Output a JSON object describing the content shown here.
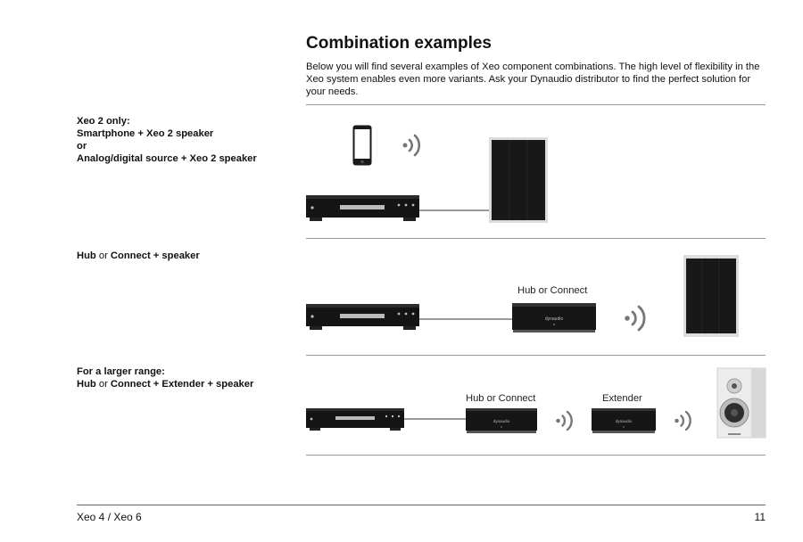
{
  "page": {
    "title": "Combination examples",
    "intro": "Below you will find several examples of Xeo component combinations. The high level of flexibility in the Xeo system enables even more variants. Ask your Dynaudio distributor to find the perfect solution for your needs."
  },
  "examples": [
    {
      "label_lines": [
        [
          {
            "text": "Xeo 2 only:",
            "bold": true
          }
        ],
        [
          {
            "text": "Smartphone + Xeo 2 speaker",
            "bold": true
          }
        ],
        [
          {
            "text": "or",
            "bold": true
          }
        ],
        [
          {
            "text": "Analog/digital source + Xeo 2 speaker",
            "bold": true
          }
        ]
      ]
    },
    {
      "label_lines": [
        [
          {
            "text": "Hub",
            "bold": true
          },
          {
            "text": " or ",
            "bold": false
          },
          {
            "text": "Connect + speaker",
            "bold": true
          }
        ]
      ],
      "device_labels": [
        "Hub or Connect"
      ]
    },
    {
      "label_lines": [
        [
          {
            "text": "For a larger range:",
            "bold": true
          }
        ],
        [
          {
            "text": "Hub",
            "bold": true
          },
          {
            "text": " or ",
            "bold": false
          },
          {
            "text": "Connect + Extender + speaker",
            "bold": true
          }
        ]
      ],
      "device_labels": [
        "Hub or Connect",
        "Extender"
      ]
    }
  ],
  "brand_mark": "dynaudio",
  "icons": [
    "smartphone-icon",
    "wireless-signal-icon",
    "audio-source-device",
    "xeo-speaker",
    "hub-device",
    "extender-device",
    "bookshelf-speaker"
  ],
  "footer": {
    "left": "Xeo 4 / Xeo 6",
    "right": "11"
  }
}
